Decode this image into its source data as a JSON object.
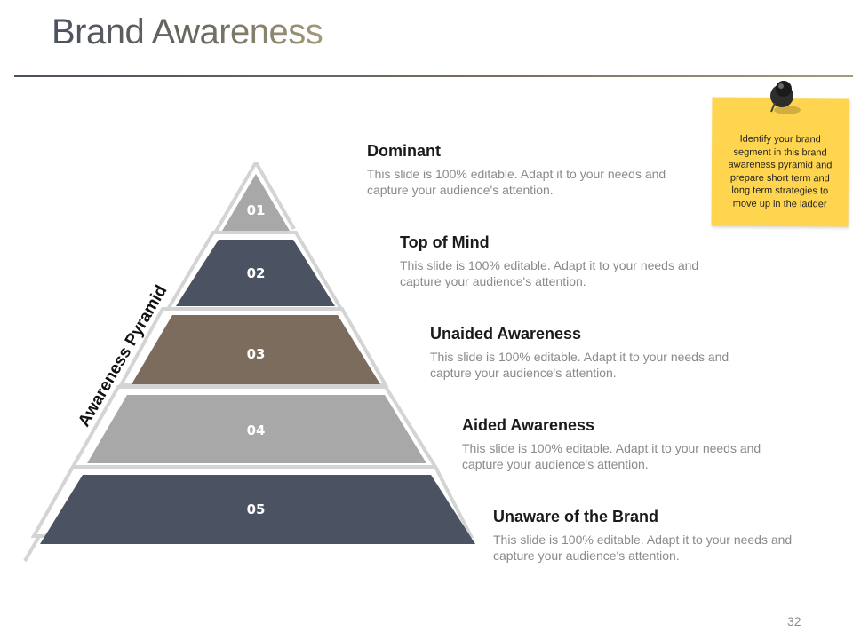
{
  "slide": {
    "title": "Brand Awareness",
    "page_number": "32"
  },
  "pyramid": {
    "label": "Awareness Pyramid",
    "layers": [
      {
        "number": "01",
        "color": "#a8a8a8"
      },
      {
        "number": "02",
        "color": "#4b5261"
      },
      {
        "number": "03",
        "color": "#7b6c5e"
      },
      {
        "number": "04",
        "color": "#a8a8a8"
      },
      {
        "number": "05",
        "color": "#4b5261"
      }
    ]
  },
  "levels": [
    {
      "title": "Dominant",
      "desc": "This slide is 100% editable. Adapt it to your needs and capture your audience's attention."
    },
    {
      "title": "Top of Mind",
      "desc": "This slide is 100% editable. Adapt it to your needs and capture your audience's attention."
    },
    {
      "title": "Unaided Awareness",
      "desc": "This slide is 100% editable. Adapt it to your needs and capture your audience's attention."
    },
    {
      "title": "Aided Awareness",
      "desc": "This slide is 100% editable. Adapt it to your needs and capture your audience's attention."
    },
    {
      "title": "Unaware of the Brand",
      "desc": "This slide is 100% editable. Adapt it to your needs and capture your audience's attention."
    }
  ],
  "sticky_note": {
    "text": "Identify your brand segment in this brand awareness pyramid and prepare short term and long term strategies to move up in the ladder",
    "color": "#ffd54f"
  },
  "colors": {
    "dark": "#4b5261",
    "brown": "#7b6c5e",
    "gray": "#a8a8a8",
    "outline": "#d4d4d4"
  }
}
